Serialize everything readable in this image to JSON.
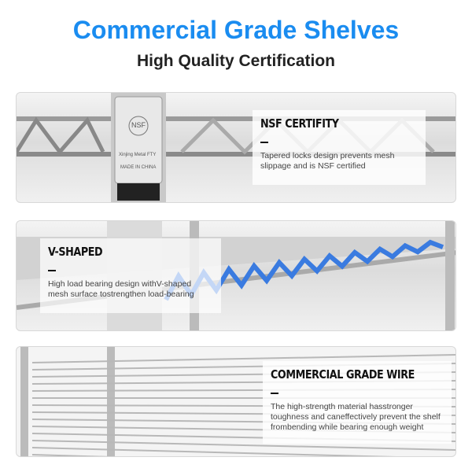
{
  "header": {
    "title": "Commercial Grade Shelves",
    "subtitle": "High Quality Certification"
  },
  "panels": [
    {
      "heading": "NSF CERTIFITY",
      "text": "Tapered locks design prevents mesh slippage and is NSF certified",
      "sleeve_text": [
        "NSF",
        "Xinjing Metal FTY",
        "MADE IN CHINA"
      ]
    },
    {
      "heading": "V-SHAPED",
      "text": "High load bearing design withV-shaped mesh surface tostrengthen load-bearing",
      "accent": "#3a7be0"
    },
    {
      "heading": "COMMERCIAL GRADE WIRE",
      "text": "The high-strength material hasstronger toughness and caneffectively prevent the shelf frombending while bearing enough weight"
    }
  ]
}
